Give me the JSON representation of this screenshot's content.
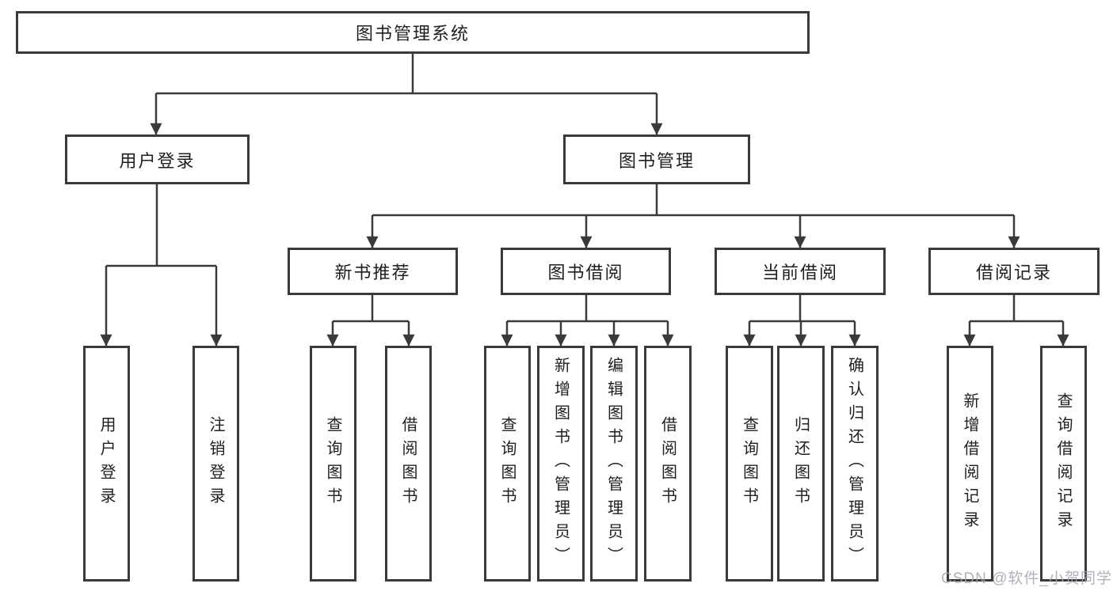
{
  "diagram": {
    "root": {
      "label": "图书管理系统"
    },
    "branches": [
      {
        "label": "用户登录",
        "children": [
          {
            "label": "用户登录"
          },
          {
            "label": "注销登录"
          }
        ]
      },
      {
        "label": "图书管理",
        "groups": [
          {
            "label": "新书推荐",
            "children": [
              {
                "label": "查询图书"
              },
              {
                "label": "借阅图书"
              }
            ]
          },
          {
            "label": "图书借阅",
            "children": [
              {
                "label": "查询图书"
              },
              {
                "label": "新增图书（管理员）"
              },
              {
                "label": "编辑图书（管理员）"
              },
              {
                "label": "借阅图书"
              }
            ]
          },
          {
            "label": "当前借阅",
            "children": [
              {
                "label": "查询图书"
              },
              {
                "label": "归还图书"
              },
              {
                "label": "确认归还（管理员）"
              }
            ]
          },
          {
            "label": "借阅记录",
            "children": [
              {
                "label": "新增借阅记录"
              },
              {
                "label": "查询借阅记录"
              }
            ]
          }
        ]
      }
    ],
    "watermark": "CSDN @软件_小贺同学",
    "colors": {
      "background": "#ffffff",
      "box_border": "#3a3a3a",
      "box_fill": "#ffffff",
      "text": "#1f1f1f",
      "line": "#3a3a3a",
      "watermark": "#a6a9ad"
    }
  }
}
